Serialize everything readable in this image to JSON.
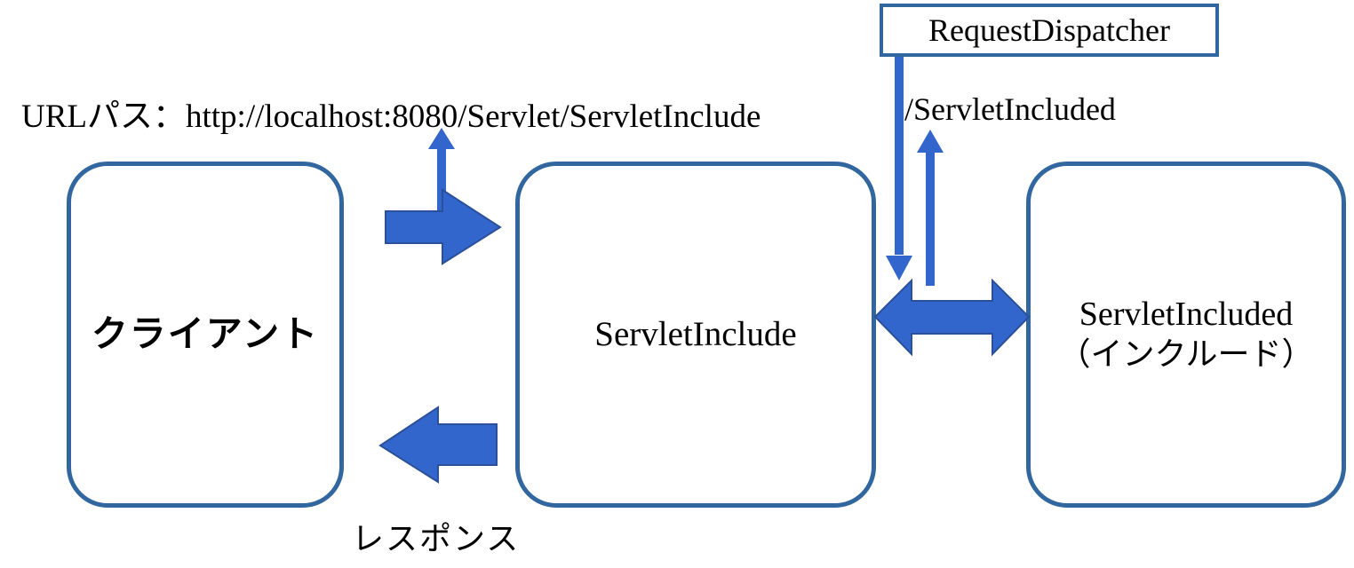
{
  "diagram": {
    "title_text": "URLパス：http://localhost:8080/Servlet/ServletInclude",
    "nodes": {
      "client": {
        "label": "クライアント"
      },
      "servlet_include": {
        "label": "ServletInclude"
      },
      "servlet_included": {
        "line1": "ServletIncluded",
        "line2": "（インクルード）"
      },
      "dispatcher": {
        "label": "RequestDispatcher"
      }
    },
    "labels": {
      "url_path": "URLパス：http://localhost:8080/Servlet/ServletInclude",
      "dispatch_path": "/ServletIncluded",
      "response": "レスポンス"
    },
    "arrows": [
      {
        "name": "request-arrow",
        "direction": "right",
        "from": "client",
        "to": "servlet_include"
      },
      {
        "name": "response-arrow",
        "direction": "left",
        "from": "servlet_include",
        "to": "client"
      },
      {
        "name": "include-arrow",
        "direction": "both",
        "from": "servlet_include",
        "to": "servlet_included"
      },
      {
        "name": "url-pointer-arrow",
        "direction": "up"
      },
      {
        "name": "dispatcher-down-arrow",
        "direction": "down"
      },
      {
        "name": "dispatcher-up-arrow",
        "direction": "up"
      }
    ],
    "colors": {
      "box_border": "#31679E",
      "arrow_fill": "#3366CC",
      "arrow_stroke": "#2A5099",
      "background": "#FFFFFF",
      "text": "#000000"
    }
  }
}
